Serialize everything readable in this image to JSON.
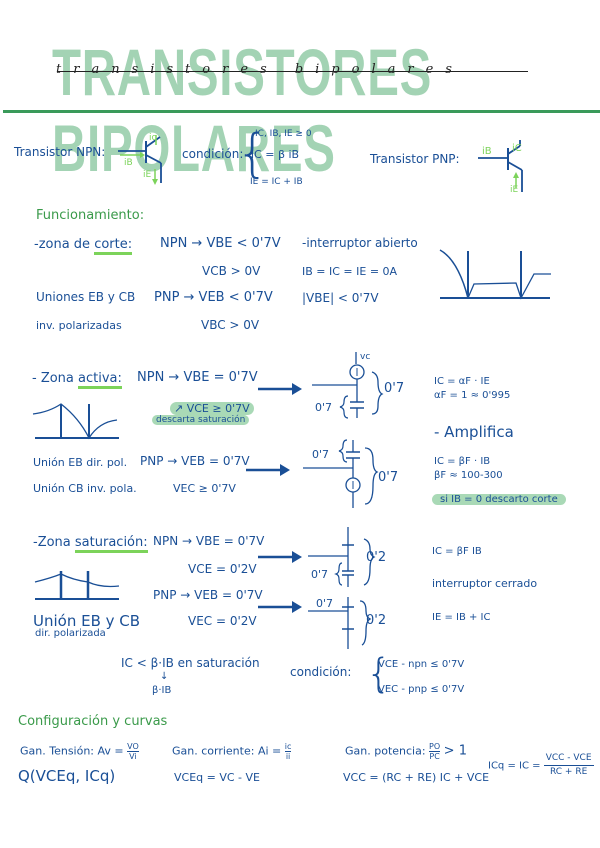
{
  "header": {
    "title_big": "TRANSISTORES BIPOLARES",
    "title_script": "transistores bipolares"
  },
  "transistors": {
    "npn_label": "Transistor NPN:",
    "npn_ic": "ic",
    "npn_ib": "iB",
    "npn_ie": "iE",
    "condition_label": "condición:",
    "cond1": "IC, IB, IE ≥ 0",
    "cond2": "iC = β iB",
    "cond3": "IE = IC + IB",
    "pnp_label": "Transistor PNP:",
    "pnp_ib": "iB",
    "pnp_ic": "iC",
    "pnp_ie": "iE"
  },
  "funcionamiento": {
    "heading": "Funcionamiento:",
    "corte": {
      "label_prefix": "-zona de",
      "label_keyword": "corte:",
      "npn": "NPN → VBE < 0'7V",
      "vcb": "VCB > 0V",
      "uniones": "Uniones EB y CB",
      "inv": "inv. polarizadas",
      "pnp": "PNP → VEB < 0'7V",
      "vbc": "VBC > 0V",
      "interruptor": "-interruptor abierto",
      "currents": "IB = IC = IE = 0A",
      "vbe_abs": "|VBE| < 0'7V"
    },
    "activa": {
      "label_prefix": "- Zona",
      "label_keyword": "activa:",
      "npn": "NPN → VBE = 0'7V",
      "vce_note": "↗ VCE ≥ 0'7V",
      "descarta": "descarta saturación",
      "union_eb": "Unión EB dir. pol.",
      "union_cb": "Unión CB inv. pola.",
      "pnp": "PNP → VEB = 0'7V",
      "vec": "VEC ≥ 0'7V",
      "circuit_vc": "vc",
      "circuit_07_a": "0'7",
      "circuit_07_b": "0'7",
      "circuit_07_c": "0'7",
      "circuit_07_d": "0'7",
      "ic_formula": "IC = αF · IE",
      "alpha": "αF = 1 ≈ 0'995",
      "amplifica": "- Amplifica",
      "ic_beta": "IC = βF · IB",
      "beta_range": "βF ≈ 100-300",
      "si_ib": "si IB = 0 descarto corte"
    },
    "saturacion": {
      "label_prefix": "-Zona",
      "label_keyword": "saturación:",
      "npn": "NPN → VBE = 0'7V",
      "vce": "VCE = 0'2V",
      "pnp": "PNP → VEB = 0'7V",
      "vec": "VEC = 0'2V",
      "union": "Unión EB y CB",
      "dir": "dir. polarizada",
      "circuit_07_a": "0'7",
      "circuit_02_a": "0'2",
      "circuit_07_b": "0'7",
      "circuit_02_b": "0'2",
      "ic_formula": "IC = βF IB",
      "interruptor": "interruptor cerrado",
      "ie_formula": "IE = IB + IC",
      "nota": "IC < β·IB en saturación",
      "nota_arrow": "↓",
      "nota_sub": "β·IB",
      "condicion_label": "condición:",
      "cond_npn": "VCE - npn ≤ 0'7V",
      "cond_pnp": "VEC - pnp ≤ 0'7V"
    }
  },
  "configuracion": {
    "heading": "Configuración y curvas",
    "gan_tension_label": "Gan. Tensión: Av =",
    "gan_tension_num": "VO",
    "gan_tension_den": "Vi",
    "gan_corriente_label": "Gan. corriente: Ai =",
    "gan_corriente_num": "ic",
    "gan_corriente_den": "ii",
    "gan_potencia_label": "Gan. potencia:",
    "gan_potencia_num": "PO",
    "gan_potencia_den": "PC",
    "gan_potencia_rel": "> 1",
    "q_point": "Q(VCEq, ICq)",
    "vceq": "VCEq = VC - VE",
    "vcc_eq": "VCC = (RC + RE) IC + VCE",
    "icq_label": "ICq = IC =",
    "icq_num": "VCC - VCE",
    "icq_den": "RC + RE"
  },
  "colors": {
    "ink_blue": "#1a4f96",
    "ink_green": "#3a9a4a",
    "highlight_green": "#a9d9b6",
    "underline_green": "#7cd35a",
    "title_mint": "#9fd1b1",
    "rule_green": "#3a9a5a"
  }
}
